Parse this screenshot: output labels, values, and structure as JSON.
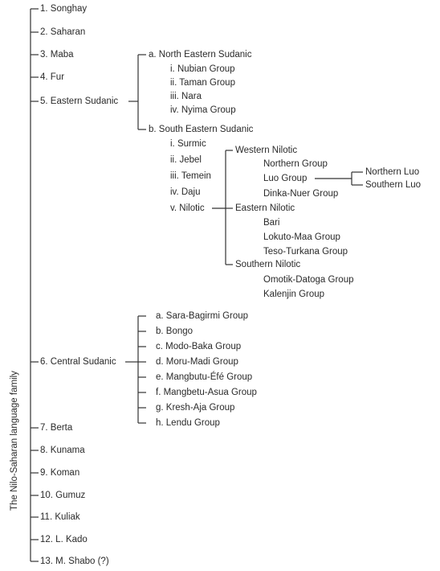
{
  "root": "The Nilo-Saharan language family",
  "families": [
    {
      "label": "1. Songhay"
    },
    {
      "label": "2. Saharan"
    },
    {
      "label": "3. Maba"
    },
    {
      "label": "4. Fur"
    },
    {
      "label": "5. Eastern Sudanic",
      "branches": [
        {
          "label": "a. North Eastern Sudanic",
          "items": [
            "i.  Nubian Group",
            "ii. Taman Group",
            "iii. Nara",
            "iv. Nyima Group"
          ]
        },
        {
          "label": "b. South Eastern Sudanic",
          "items": [
            "i.  Surmic",
            "ii. Jebel",
            "iii. Temein",
            "iv. Daju",
            "v.  Nilotic"
          ],
          "nilotic": [
            {
              "label": "Western Nilotic",
              "items": [
                "Northern Group",
                "Luo Group",
                "Dinka-Nuer Group"
              ],
              "luo": [
                "Northern Luo",
                "Southern Luo"
              ]
            },
            {
              "label": "Eastern Nilotic",
              "items": [
                "Bari",
                "Lokuto-Maa Group",
                "Teso-Turkana Group"
              ]
            },
            {
              "label": "Southern Nilotic",
              "items": [
                "Omotik-Datoga Group",
                "Kalenjin Group"
              ]
            }
          ]
        }
      ]
    },
    {
      "label": "6. Central Sudanic",
      "items": [
        "a. Sara-Bagirmi Group",
        "b. Bongo",
        "c. Modo-Baka Group",
        "d. Moru-Madi Group",
        "e. Mangbutu-Éfé Group",
        "f. Mangbetu-Asua Group",
        "g. Kresh-Aja Group",
        "h. Lendu Group"
      ]
    },
    {
      "label": "7.  Berta"
    },
    {
      "label": "8.  Kunama"
    },
    {
      "label": "9.  Koman"
    },
    {
      "label": "10. Gumuz"
    },
    {
      "label": "11. Kuliak"
    },
    {
      "label": "12. L. Kado"
    },
    {
      "label": "13. M. Shabo (?)"
    }
  ]
}
